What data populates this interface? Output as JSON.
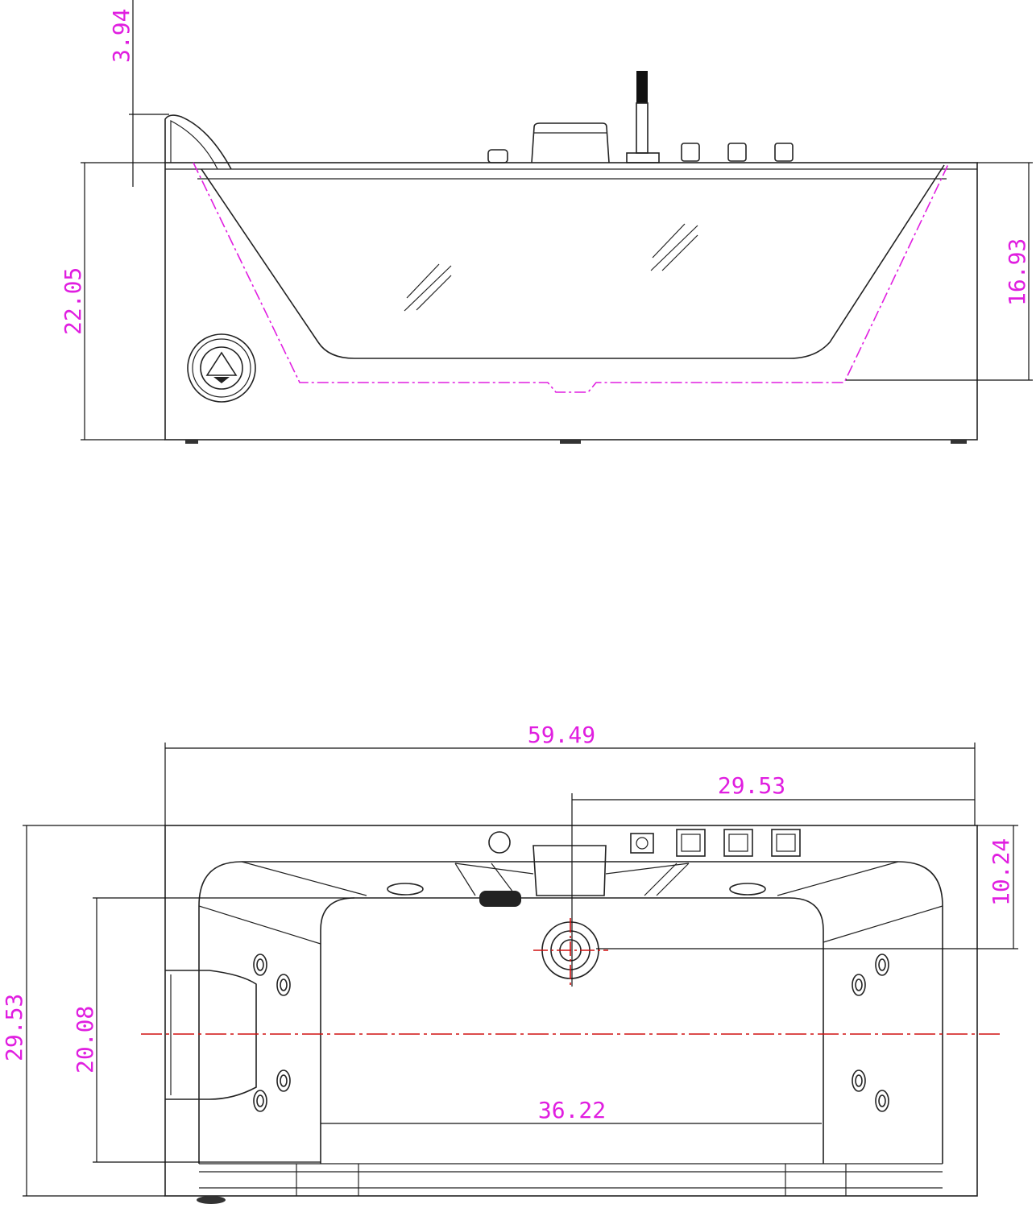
{
  "colors": {
    "dimension_text": "#e01ee0",
    "centerline": "#d01010",
    "outline": "#222222"
  },
  "side_view": {
    "dim_headrest_height": "3.94",
    "dim_total_height": "22.05",
    "dim_basin_depth": "16.93"
  },
  "plan_view": {
    "dim_total_length": "59.49",
    "dim_drain_to_end": "29.53",
    "dim_drain_from_top": "10.24",
    "dim_total_width": "29.53",
    "dim_basin_width": "20.08",
    "dim_basin_length": "36.22"
  }
}
